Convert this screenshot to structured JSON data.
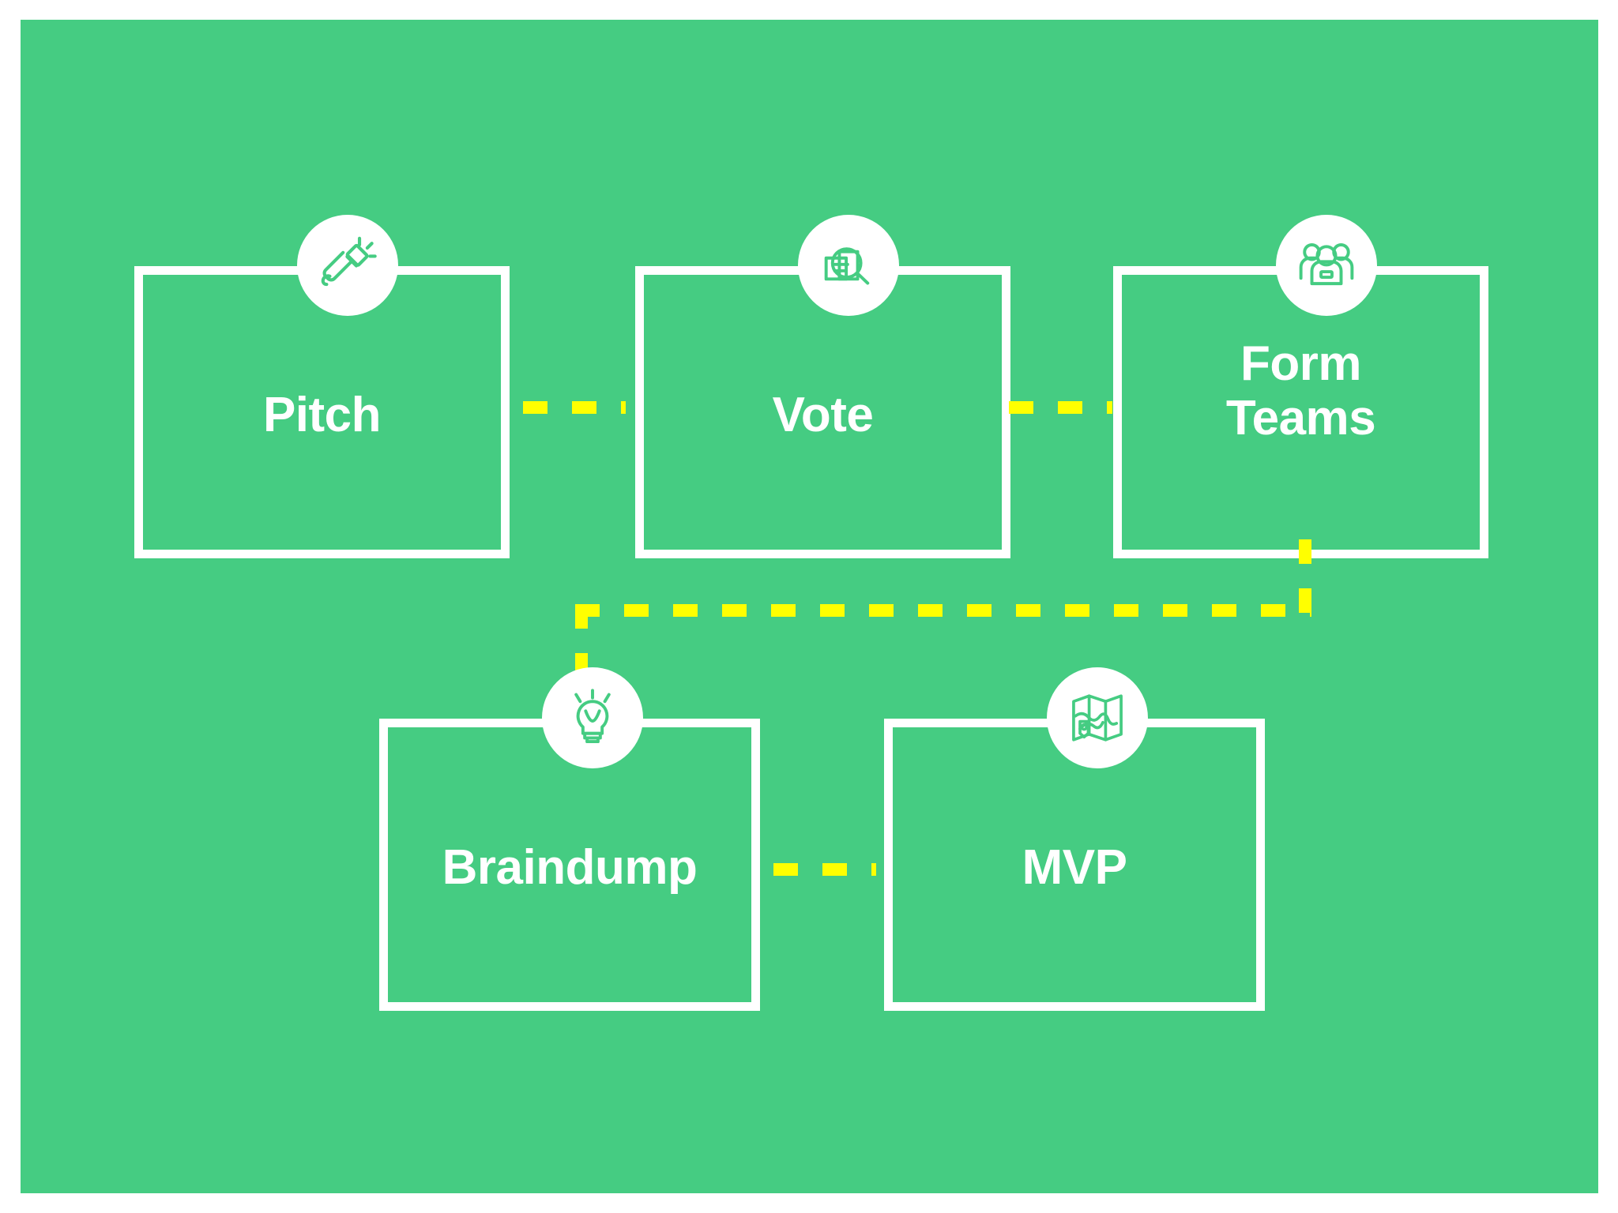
{
  "slide": {
    "type": "process-flow-diagram",
    "background_color": "#ffffff",
    "panel_color": "#45cc82",
    "box_border_color": "#ffffff",
    "label_color": "#ffffff",
    "connector_color": "#ffff00",
    "icon_color": "#45cc82"
  },
  "steps": [
    {
      "id": "pitch",
      "label": "Pitch",
      "icon": "flashlight-icon",
      "order": 1,
      "row": 1
    },
    {
      "id": "vote",
      "label": "Vote",
      "icon": "document-search-icon",
      "order": 2,
      "row": 1
    },
    {
      "id": "form-teams",
      "label": "Form\nTeams",
      "icon": "people-group-icon",
      "order": 3,
      "row": 1
    },
    {
      "id": "braindump",
      "label": "Braindump",
      "icon": "lightbulb-icon",
      "order": 4,
      "row": 2
    },
    {
      "id": "mvp",
      "label": "MVP",
      "icon": "folded-map-icon",
      "order": 5,
      "row": 2
    }
  ],
  "connectors": [
    {
      "id": "pitch-to-vote",
      "from": "pitch",
      "to": "vote",
      "style": "dashed",
      "direction": "horizontal"
    },
    {
      "id": "vote-to-form-teams",
      "from": "vote",
      "to": "form-teams",
      "style": "dashed",
      "direction": "horizontal"
    },
    {
      "id": "form-teams-to-braindump",
      "from": "form-teams",
      "to": "braindump",
      "style": "dashed",
      "direction": "elbow"
    },
    {
      "id": "braindump-to-mvp",
      "from": "braindump",
      "to": "mvp",
      "style": "dashed",
      "direction": "horizontal"
    }
  ]
}
